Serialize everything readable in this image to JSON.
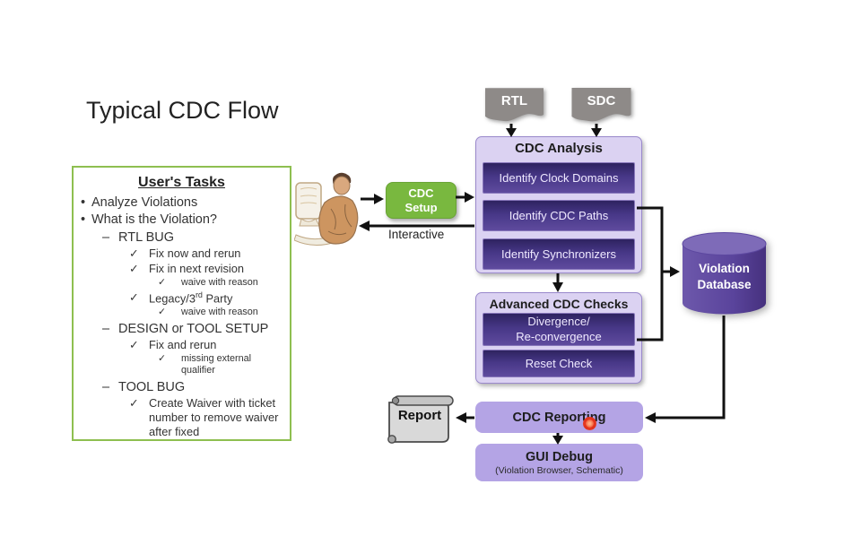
{
  "title": "Typical CDC Flow",
  "tasks_panel": {
    "heading": "User's Tasks",
    "markers": {
      "bullet": "•",
      "dash": "–",
      "check": "✓"
    },
    "items": [
      {
        "text": "Analyze Violations"
      },
      {
        "text": "What is the Violation?"
      },
      {
        "text": "RTL BUG"
      },
      {
        "text": "Fix now and rerun"
      },
      {
        "text": "Fix in next revision"
      },
      {
        "text": "waive with reason"
      },
      {
        "pre": "Legacy/3",
        "sup": "rd",
        "post": " Party"
      },
      {
        "text": "waive with reason"
      },
      {
        "text": "DESIGN or TOOL SETUP"
      },
      {
        "text": "Fix and rerun"
      },
      {
        "text": "missing external qualifier"
      },
      {
        "text": "TOOL BUG"
      },
      {
        "text": "Create Waiver with ticket number to remove waiver after fixed"
      }
    ]
  },
  "flow": {
    "rtl_banner": "RTL",
    "sdc_banner": "SDC",
    "cdc_setup_line1": "CDC",
    "cdc_setup_line2": "Setup",
    "interactive_label": "Interactive",
    "cdc_analysis": {
      "title": "CDC Analysis",
      "steps": [
        "Identify Clock Domains",
        "Identify CDC Paths",
        "Identify Synchronizers"
      ]
    },
    "advanced_checks": {
      "title": "Advanced CDC Checks",
      "step1_line1": "Divergence/",
      "step1_line2": "Re-convergence",
      "step2": "Reset Check"
    },
    "violation_db_line1": "Violation",
    "violation_db_line2": "Database",
    "report_label": "Report",
    "cdc_reporting_label": "CDC Reporting",
    "gui_debug_title": "GUI Debug",
    "gui_debug_subtitle": "(Violation Browser, Schematic)"
  },
  "colors": {
    "panel_border_green": "#8ebf50",
    "setup_green": "#79b83f",
    "lavender_box": "#dbd2f2",
    "lavender_border": "#9a89cc",
    "step_purple_dark": "#2e2360",
    "step_purple_light": "#5f4b9e",
    "reporting_purple": "#b4a4e5",
    "banner_gray": "#8e8a88",
    "db_purple": "#5a449c",
    "click_red": "#e23b23"
  }
}
